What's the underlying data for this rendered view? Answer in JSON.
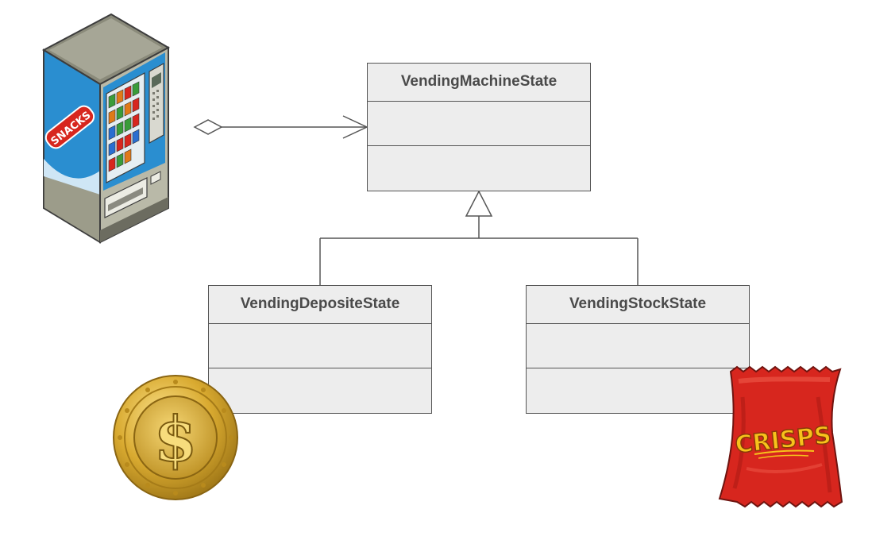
{
  "diagram": {
    "classes": [
      {
        "id": "machine",
        "name": "VendingMachineState"
      },
      {
        "id": "deposit",
        "name": "VendingDepositeState"
      },
      {
        "id": "stock",
        "name": "VendingStockState"
      }
    ],
    "relations": [
      {
        "type": "aggregation",
        "from": "vending-machine",
        "to": "machine"
      },
      {
        "type": "generalization",
        "from": "deposit",
        "to": "machine"
      },
      {
        "type": "generalization",
        "from": "stock",
        "to": "machine"
      }
    ]
  },
  "illustrations": {
    "vending_machine": {
      "label": "SNACKS"
    },
    "coin": {
      "symbol": "$"
    },
    "crisps": {
      "label": "CRISPS"
    }
  },
  "colors": {
    "box_fill": "#ededed",
    "line": "#555555",
    "coin_gold": "#d4a62a",
    "crisps_red": "#d7261e",
    "machine_blue": "#2a8ed0"
  }
}
